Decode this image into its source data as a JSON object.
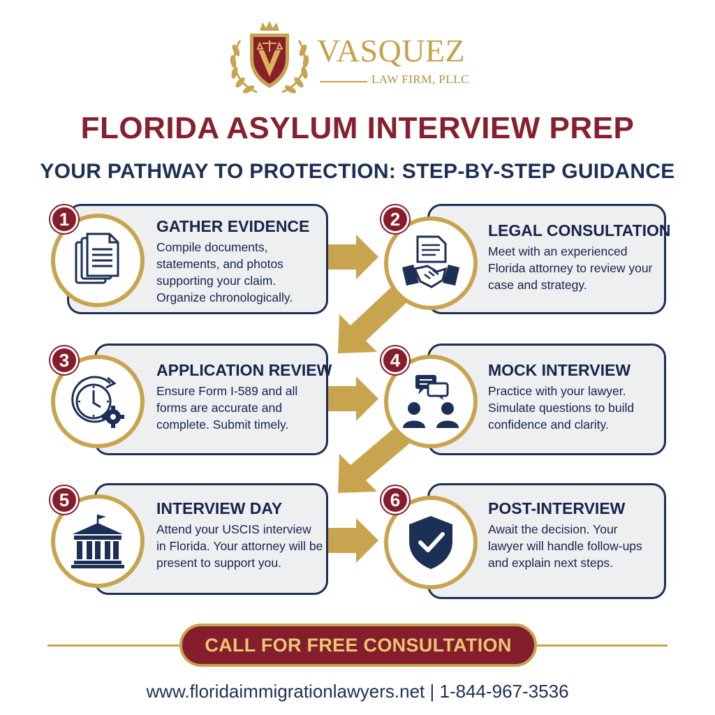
{
  "brand": {
    "name": "VASQUEZ",
    "subtitle": "LAW FIRM, PLLC"
  },
  "header": {
    "title": "FLORIDA ASYLUM INTERVIEW PREP",
    "subtitle": "YOUR PATHWAY TO PROTECTION: STEP-BY-STEP GUIDANCE"
  },
  "steps": [
    {
      "number": "1",
      "title": "GATHER EVIDENCE",
      "description": "Compile documents, statements, and photos supporting your claim. Organize chronologically.",
      "icon": "documents-icon"
    },
    {
      "number": "2",
      "title": "LEGAL CONSULTATION",
      "description": "Meet with an experienced Florida attorney to review your case and strategy.",
      "icon": "handshake-icon"
    },
    {
      "number": "3",
      "title": "APPLICATION REVIEW",
      "description": "Ensure Form I-589 and all forms are accurate and complete. Submit timely.",
      "icon": "clock-gear-icon"
    },
    {
      "number": "4",
      "title": "MOCK INTERVIEW",
      "description": "Practice with your lawyer. Simulate questions to build confidence and clarity.",
      "icon": "conversation-icon"
    },
    {
      "number": "5",
      "title": "INTERVIEW DAY",
      "description": "Attend your USCIS interview in Florida. Your attorney will be present to support you.",
      "icon": "courthouse-icon"
    },
    {
      "number": "6",
      "title": "POST-INTERVIEW",
      "description": "Await the decision. Your lawyer will handle follow-ups and explain next steps.",
      "icon": "shield-check-icon"
    }
  ],
  "cta": {
    "label": "CALL FOR FREE CONSULTATION"
  },
  "footer": {
    "website": "www.floridaimmigrationlawyers.net",
    "separator": "|",
    "phone": "1-844-967-3536"
  },
  "colors": {
    "maroon": "#851d2c",
    "navy": "#1c2f55",
    "gold": "#c9a44f",
    "card": "#eeeff1"
  }
}
